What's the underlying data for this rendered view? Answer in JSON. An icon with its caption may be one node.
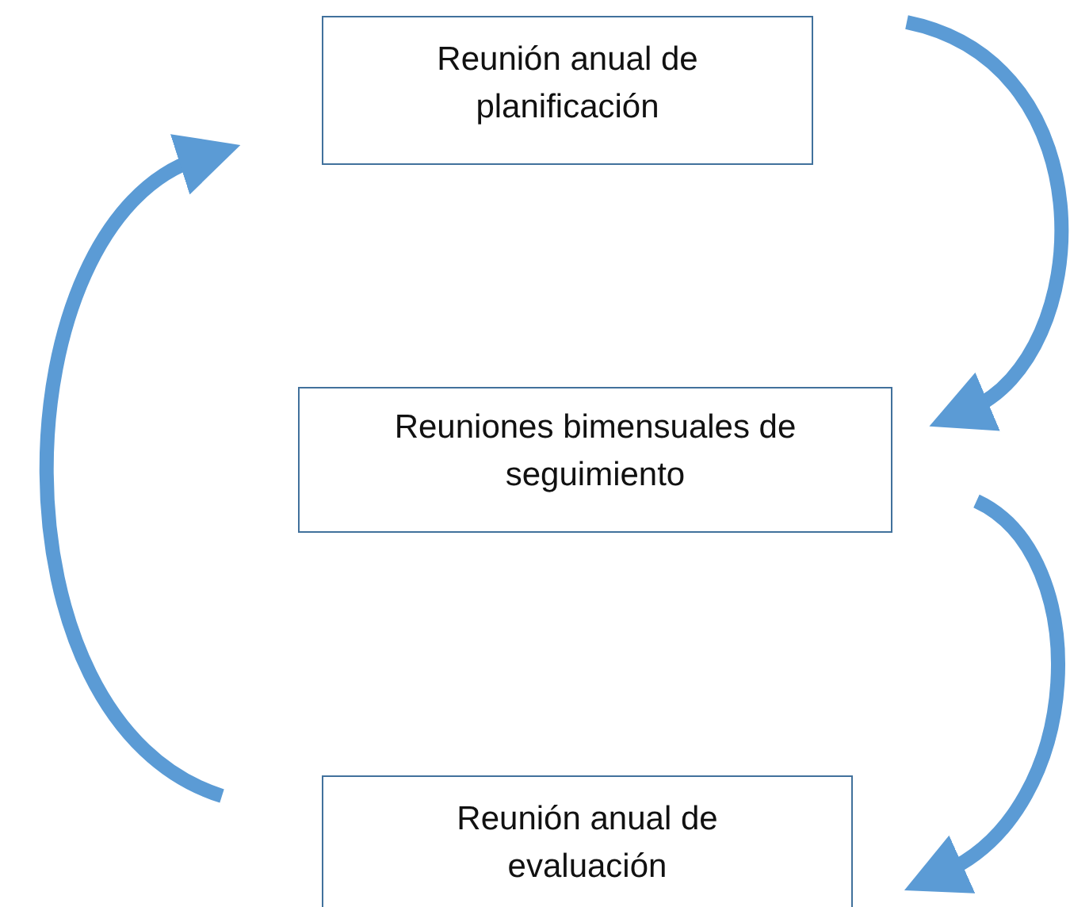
{
  "diagram": {
    "nodes": [
      {
        "text": [
          "Reunión anual de planificación"
        ]
      },
      {
        "text": [
          "Reuniones bimensuales de seguimiento"
        ]
      },
      {
        "text": [
          "Reunión anual de evaluación"
        ]
      }
    ],
    "edges": [
      {
        "from": 0,
        "to": 1,
        "arrow": "to"
      },
      {
        "from": 1,
        "to": 2,
        "arrow": "to"
      },
      {
        "from": 2,
        "to": 0,
        "arrow": "to"
      }
    ]
  }
}
